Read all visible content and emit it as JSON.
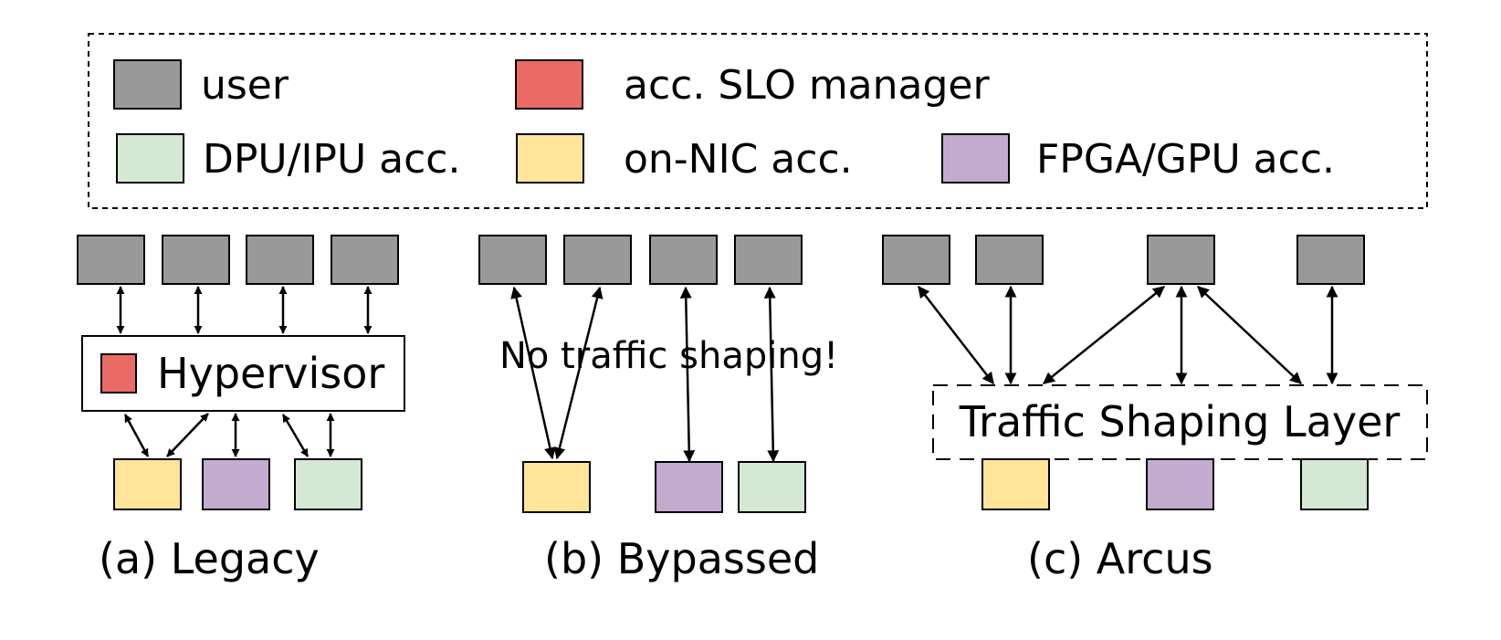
{
  "colors": {
    "user": "#999999",
    "slo_manager": "#ea6b66",
    "dpu_ipu": "#d5e8d4",
    "on_nic": "#ffe599",
    "fpga_gpu": "#c3abd0",
    "stroke": "#000000"
  },
  "legend": {
    "user": "user",
    "slo_manager": "acc. SLO manager",
    "dpu_ipu": "DPU/IPU acc.",
    "on_nic": "on-NIC acc.",
    "fpga_gpu": "FPGA/GPU acc."
  },
  "panels": {
    "legacy": {
      "caption": "(a) Legacy",
      "hypervisor_label": "Hypervisor"
    },
    "bypassed": {
      "caption": "(b) Bypassed",
      "annotation": "No traffic shaping!"
    },
    "arcus": {
      "caption": "(c) Arcus",
      "layer_label": "Traffic Shaping Layer"
    }
  }
}
